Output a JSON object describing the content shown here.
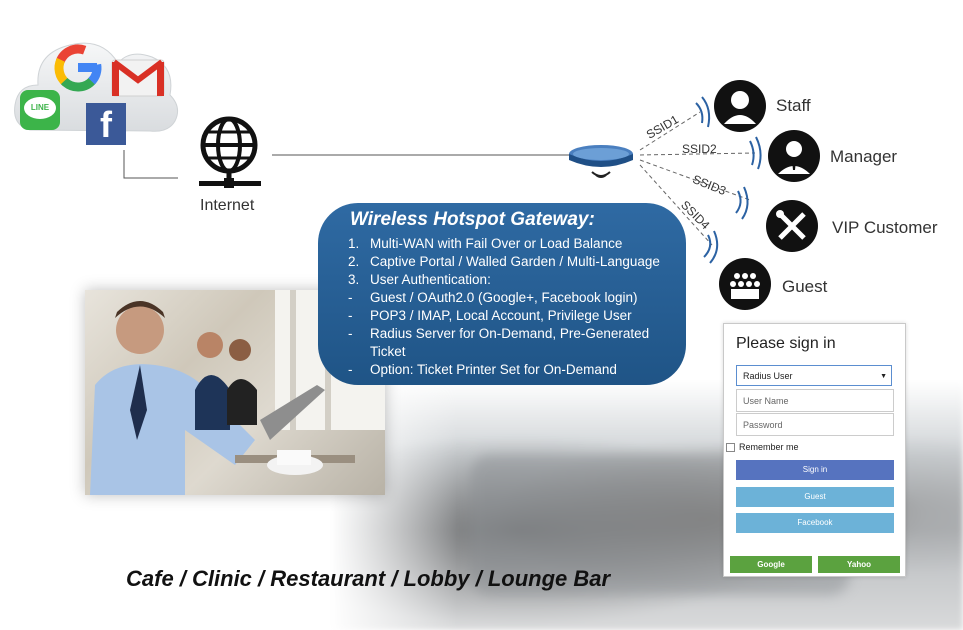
{
  "internet": {
    "label": "Internet"
  },
  "hotspot": {
    "title": "Wireless Hotspot Gateway:",
    "items": [
      {
        "mark": "1.",
        "text": "Multi-WAN with Fail Over or Load Balance"
      },
      {
        "mark": "2.",
        "text": "Captive Portal / Walled Garden / Multi-Language"
      },
      {
        "mark": "3.",
        "text": "User Authentication:"
      },
      {
        "mark": "-",
        "text": "Guest / OAuth2.0 (Google+, Facebook login)"
      },
      {
        "mark": "-",
        "text": "POP3 / IMAP, Local Account, Privilege User"
      },
      {
        "mark": "-",
        "text": "Radius Server for On-Demand, Pre-Generated"
      },
      {
        "mark": "",
        "text": "Ticket"
      },
      {
        "mark": "-",
        "text": "Option: Ticket Printer Set for On-Demand"
      }
    ]
  },
  "ssids": [
    "SSID1",
    "SSID2",
    "SSID3",
    "SSID4"
  ],
  "roles": [
    "Staff",
    "Manager",
    "VIP Customer",
    "Guest"
  ],
  "social": {
    "line": "LINE",
    "google": "G",
    "facebook": "f"
  },
  "caption": "Cafe / Clinic / Restaurant / Lobby / Lounge Bar",
  "login": {
    "title": "Please sign in",
    "select_value": "Radius User",
    "username_placeholder": "User Name",
    "password_placeholder": "Password",
    "remember": "Remember me",
    "signin": "Sign in",
    "guest": "Guest",
    "facebook": "Facebook",
    "google": "Google",
    "yahoo": "Yahoo"
  },
  "colors": {
    "hotspot_box": "#2a619a",
    "signin_btn": "#5673bf",
    "guest_btn": "#6cb2d8",
    "social_btn": "#5ba23f"
  }
}
